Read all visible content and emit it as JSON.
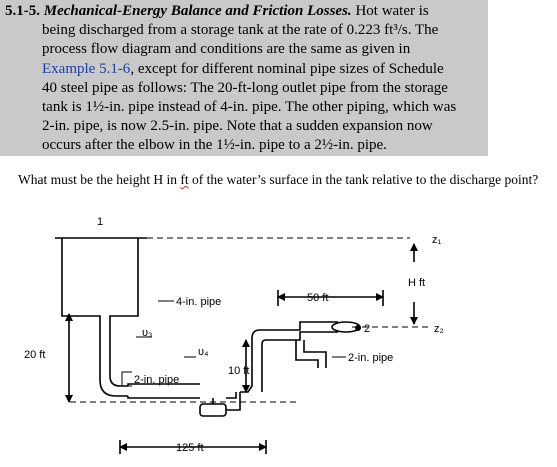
{
  "problem": {
    "number": "5.1-5.",
    "title": "Mechanical-Energy Balance and Friction Losses.",
    "lines": [
      " Hot water is",
      "being discharged from a storage tank at the rate of 0.223 ft³/s. The",
      "process flow diagram and conditions are the same as given in",
      "Example 5.1-6",
      ", except for different nominal pipe sizes of Schedule",
      "40 steel pipe as follows: The 20-ft-long outlet pipe from the storage",
      "tank is 1½-in. pipe instead of 4-in. pipe. The other piping, which was",
      "2-in. pipe, is now 2.5-in. pipe. Note that a sudden expansion now",
      "occurs after the elbow in the 1½-in. pipe to a 2½-in. pipe."
    ]
  },
  "question": {
    "part1": "What must be the height H in ",
    "unit": "ft",
    "part2": " of the water’s surface in the tank relative to the discharge point?"
  },
  "diagram": {
    "label_1": "1",
    "label_2": "2",
    "z1": "z₁",
    "z2": "z₂",
    "H": "H ft",
    "pipe4": "4-in. pipe",
    "ft50": "50 ft",
    "v3": "υ₃",
    "v4": "υ₄",
    "ft20": "20 ft",
    "pipe2a": "2-in. pipe",
    "ft10": "10 ft",
    "pipe2b": "2-in. pipe",
    "ft125": "125 ft"
  }
}
